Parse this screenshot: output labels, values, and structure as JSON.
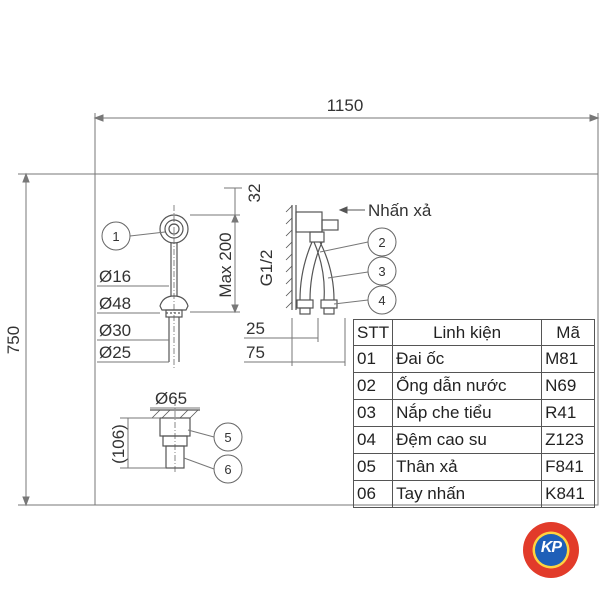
{
  "dimensions": {
    "overall_width": "1150",
    "overall_height": "750",
    "d32": "32",
    "max200": "Max 200",
    "thread": "G1/2",
    "d16": "Ø16",
    "d48": "Ø48",
    "d30": "Ø30",
    "d25": "Ø25",
    "h25": "25",
    "h75": "75",
    "d65": "Ø65",
    "h106": "(106)"
  },
  "annotation": {
    "press_label": "Nhấn xả"
  },
  "callouts": [
    "1",
    "2",
    "3",
    "4",
    "5",
    "6"
  ],
  "parts_table": {
    "headers": [
      "STT",
      "Linh kiện",
      "Mã"
    ],
    "rows": [
      [
        "01",
        "Đai ốc",
        "M81"
      ],
      [
        "02",
        "Ống dẫn nước",
        "N69"
      ],
      [
        "03",
        "Nắp che tiểu",
        "R41"
      ],
      [
        "04",
        "Đệm cao su",
        "Z123"
      ],
      [
        "05",
        "Thân xả",
        "F841"
      ],
      [
        "06",
        "Tay nhấn",
        "K841"
      ]
    ]
  },
  "logo": {
    "text": "KP"
  },
  "colors": {
    "line": "#555555",
    "text": "#222222",
    "logo_red": "#e23b2a",
    "logo_yellow": "#ffd23f",
    "logo_blue": "#1f5fb8"
  }
}
